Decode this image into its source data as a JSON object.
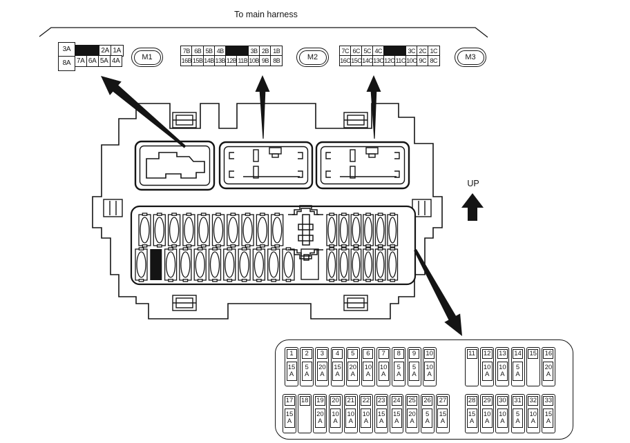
{
  "labels": {
    "harness": "To main harness",
    "up": "UP"
  },
  "connectors": {
    "m1": {
      "label": "M1",
      "top": [
        "3A",
        "2A",
        "1A"
      ],
      "black_after": 0,
      "bottom": [
        "8A",
        "7A",
        "6A",
        "5A",
        "4A"
      ]
    },
    "m2": {
      "label": "M2",
      "top": [
        "7B",
        "6B",
        "5B",
        "4B",
        "3B",
        "2B",
        "1B"
      ],
      "black_after": 3,
      "bottom": [
        "16B",
        "15B",
        "14B",
        "13B",
        "12B",
        "11B",
        "10B",
        "9B",
        "8B"
      ]
    },
    "m3": {
      "label": "M3",
      "top": [
        "7C",
        "6C",
        "5C",
        "4C",
        "3C",
        "2C",
        "1C"
      ],
      "black_after": 3,
      "bottom": [
        "16C",
        "15C",
        "14C",
        "13C",
        "12C",
        "11C",
        "10C",
        "9C",
        "8C"
      ]
    }
  },
  "fuse_map": {
    "unit": "A",
    "row1": {
      "left": [
        {
          "n": "1",
          "a": "15"
        },
        {
          "n": "2",
          "a": "5"
        },
        {
          "n": "3",
          "a": "20"
        },
        {
          "n": "4",
          "a": "15"
        },
        {
          "n": "5",
          "a": "20"
        },
        {
          "n": "6",
          "a": "10"
        },
        {
          "n": "7",
          "a": "10"
        },
        {
          "n": "8",
          "a": "5"
        },
        {
          "n": "9",
          "a": "5"
        },
        {
          "n": "10",
          "a": "10"
        }
      ],
      "right": [
        {
          "n": "11",
          "a": ""
        },
        {
          "n": "12",
          "a": "10"
        },
        {
          "n": "13",
          "a": "10"
        },
        {
          "n": "14",
          "a": "5"
        },
        {
          "n": "15",
          "a": ""
        },
        {
          "n": "16",
          "a": "20"
        }
      ]
    },
    "row2": {
      "left": [
        {
          "n": "17",
          "a": "15"
        },
        {
          "n": "18",
          "a": ""
        },
        {
          "n": "19",
          "a": "20"
        },
        {
          "n": "20",
          "a": "10"
        },
        {
          "n": "21",
          "a": "10"
        },
        {
          "n": "22",
          "a": "10"
        },
        {
          "n": "23",
          "a": "15"
        },
        {
          "n": "24",
          "a": "15"
        },
        {
          "n": "25",
          "a": "20"
        },
        {
          "n": "26",
          "a": "5"
        },
        {
          "n": "27",
          "a": "15"
        }
      ],
      "right": [
        {
          "n": "28",
          "a": "15"
        },
        {
          "n": "29",
          "a": "10"
        },
        {
          "n": "30",
          "a": "10"
        },
        {
          "n": "31",
          "a": "5"
        },
        {
          "n": "32",
          "a": "10"
        },
        {
          "n": "33",
          "a": "15"
        }
      ]
    }
  }
}
